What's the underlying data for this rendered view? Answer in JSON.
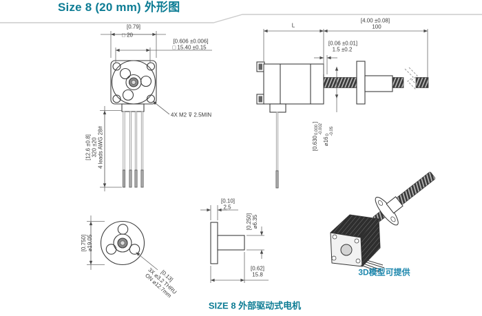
{
  "title": "Size 8 (20 mm) 外形图",
  "footer_caption": "SIZE 8 外部驱动式电机",
  "colors": {
    "accent_teal": "#0d7c94",
    "caption_blue": "#1d87ad",
    "line_dark": "#3c3c3c"
  },
  "front_view": {
    "dim_width_in": "[0.79]",
    "dim_width_mm": "□ 20",
    "dim_hole_span_in": "[0.606 ±0.006]",
    "dim_hole_span_mm": "□ 15.40 ±0.15",
    "mount_hole_note": "4X M2 ⊽ 2.5MIN",
    "lead_length_in": "[12.6 ±0.8]",
    "lead_length_mm": "320 ±20",
    "lead_note": "4 leads AWG 28#"
  },
  "side_view": {
    "dim_length_label": "L",
    "dim_screw_len_in": "[4.00 ±0.08]",
    "dim_screw_len_mm": "100",
    "dim_boss_in": "[0.06 ±0.01]",
    "dim_boss_mm": "1.5 ±0.2",
    "pilot_dim": {
      "in_main": "[0.630",
      "in_tol_top": "0.000",
      "in_tol_bot": "-0.002",
      "in_close": "]",
      "mm_main": "⌀16",
      "mm_tol_top": "0",
      "mm_tol_bot": "-0.05"
    }
  },
  "flange_front_view": {
    "dim_od_in": "[0.750]",
    "dim_od_mm": "⌀19.05",
    "holes_note_in": "[0.13]",
    "holes_note_l1": "3X ⌀3.2 THRU",
    "holes_note_l2": "ON ⌀12.7mm"
  },
  "flange_side_view": {
    "dim_plate_in": "[0.10]",
    "dim_plate_mm": "2.5",
    "dim_hub_in": "[0.250]",
    "dim_hub_mm": "⌀6.35",
    "dim_len_in": "[0.62]",
    "dim_len_mm": "15.8"
  },
  "model_3d": {
    "caption": "3D模型可提供"
  }
}
